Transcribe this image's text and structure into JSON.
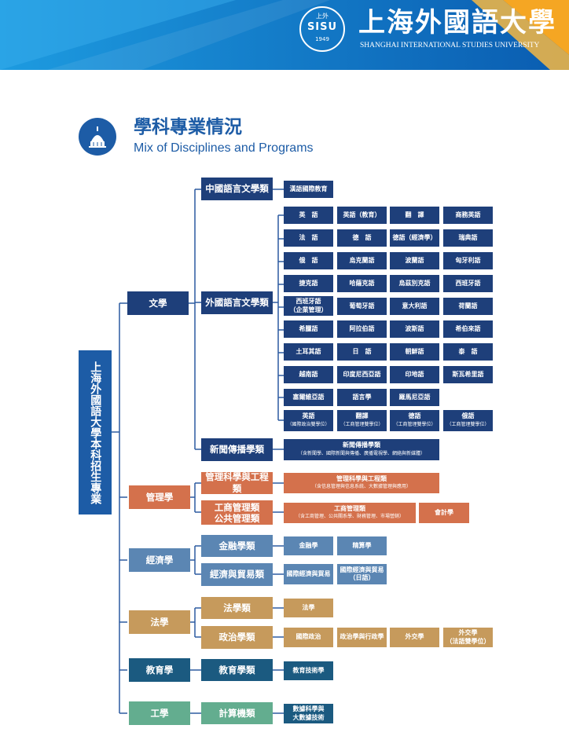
{
  "header": {
    "seal_top": "上外",
    "seal_mid": "SISU",
    "seal_year": "1949",
    "university_cn": "上海外國語大學",
    "university_en": "SHANGHAI INTERNATIONAL STUDIES UNIVERSITY",
    "colors": {
      "blue": "#1b8ad6",
      "orange": "#f5a623",
      "deep_blue": "#0a5cb0"
    }
  },
  "title": {
    "cn": "學科專業情況",
    "en": "Mix of Disciplines and Programs",
    "icon": "dome-icon"
  },
  "root_label": "上海外國語大學本科招生專業",
  "categories": {
    "wenxue": "文學",
    "guanli": "管理學",
    "jingji": "經濟學",
    "faxue": "法學",
    "jiaoyu": "教育學",
    "gongxue": "工學"
  },
  "subcategories": {
    "zhongwen": "中國語言文學類",
    "waiguo": "外國語言文學類",
    "xinwen": "新聞傳播學類",
    "guanlike": "管理科學與工程類",
    "gongshang": "工商管理類\n公共管理類",
    "jinrong": "金融學類",
    "jingmao": "經濟與貿易類",
    "faxuelei": "法學類",
    "zhengzhi": "政治學類",
    "jiaoyulei": "教育學類",
    "jisuanji": "計算機類"
  },
  "programs": {
    "hanyu": "漢語國際教育",
    "foreign_rows": [
      [
        "英　語",
        "英語（教育）",
        "翻　譯",
        "商務英語"
      ],
      [
        "法　語",
        "德　語",
        "德語（經濟學）",
        "瑞典語"
      ],
      [
        "俄　語",
        "烏克蘭語",
        "波蘭語",
        "匈牙利語"
      ],
      [
        "捷克語",
        "哈薩克語",
        "烏茲別克語",
        "西班牙語"
      ],
      [
        "西班牙語\n（企業管理）",
        "葡萄牙語",
        "意大利語",
        "荷蘭語"
      ],
      [
        "希臘語",
        "阿拉伯語",
        "波斯語",
        "希伯來語"
      ],
      [
        "土耳其語",
        "日　語",
        "朝鮮語",
        "泰　語"
      ],
      [
        "越南語",
        "印度尼西亞語",
        "印地語",
        "斯瓦希里語"
      ],
      [
        "塞爾維亞語",
        "語言學",
        "羅馬尼亞語"
      ]
    ],
    "dual_degree": [
      {
        "name": "英語",
        "note": "（國際政治雙學位）"
      },
      {
        "name": "翻譯",
        "note": "（工商管理雙學位）"
      },
      {
        "name": "德語",
        "note": "（工商管理雙學位）"
      },
      {
        "name": "俄語",
        "note": "（工商管理雙學位）"
      }
    ],
    "xinwen": {
      "name": "新聞傳播學類",
      "note": "（含新聞學、國際新聞與傳播、廣播電視學、網絡與新媒體）"
    },
    "guanlike": {
      "name": "管理科學與工程類",
      "note": "（含信息管理與信息系統、大數據管理與應用）"
    },
    "gongshang": {
      "name": "工商管理類",
      "note": "（含工商管理、公共關系學、財務管理、市場營銷）"
    },
    "kuaiji": "會計學",
    "jinrongxue": "金融學",
    "jingsuan": "精算學",
    "guoji_jingmao": "國際經濟與貿易",
    "guoji_jingmao_ri": "國際經濟與貿易\n（日語）",
    "faxue": "法學",
    "guoji_zhengzhi": "國際政治",
    "zhengzhi_xingzheng": "政治學與行政學",
    "waijiao": "外交學",
    "waijiao_fa": "外交學\n（法語雙學位）",
    "jiaoyu_jishu": "教育技術學",
    "shuju": "數據科學與\n大數據技術"
  },
  "colors": {
    "wenxue": "#1e3f7a",
    "guanli": "#d4714c",
    "jingji": "#5b86b3",
    "faxue": "#c69a5c",
    "jiaoyu": "#1b5a80",
    "gongxue": "#63ad8f",
    "connector": "#2c5aa0"
  }
}
